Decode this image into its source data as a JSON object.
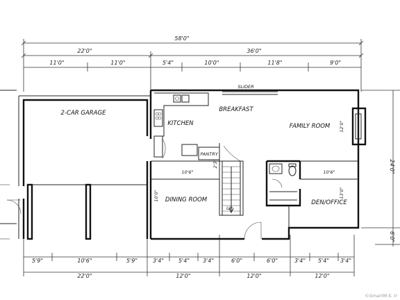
{
  "dimensions": {
    "overall_top": "58'0\"",
    "top_segments": [
      "22'0\"",
      "36'0\""
    ],
    "top_detail": [
      "11'0\"",
      "11'0\"",
      "5'4\"",
      "10'0\"",
      "11'8\"",
      "9'0\""
    ],
    "bottom_detail": [
      "5'9\"",
      "10'6\"",
      "5'9\"",
      "3'4\"",
      "5'4\"",
      "3'4\"",
      "6'0\"",
      "6'0\"",
      "3'4\"",
      "5'4\"",
      "3'4\""
    ],
    "bottom_totals": [
      "22'0\"",
      "12'0\"",
      "12'0\"",
      "12'0\""
    ],
    "right_overall": "24'0\"",
    "right_small": "6'0\"",
    "interior": [
      "10'6\"",
      "10'6\"",
      "10'0\"",
      "12'0\"",
      "2'3\"",
      "13'0\""
    ]
  },
  "rooms": {
    "garage": "2-CAR GARAGE",
    "kitchen": "KITCHEN",
    "breakfast": "BREAKFAST",
    "family": "FAMILY ROOM",
    "pantry": "PANTRY",
    "dining": "DINING ROOM",
    "den": "DEN/OFFICE"
  },
  "labels": {
    "slider": "SLIDER",
    "up": "UP"
  },
  "copyright": "©SmartM.S. Ir"
}
